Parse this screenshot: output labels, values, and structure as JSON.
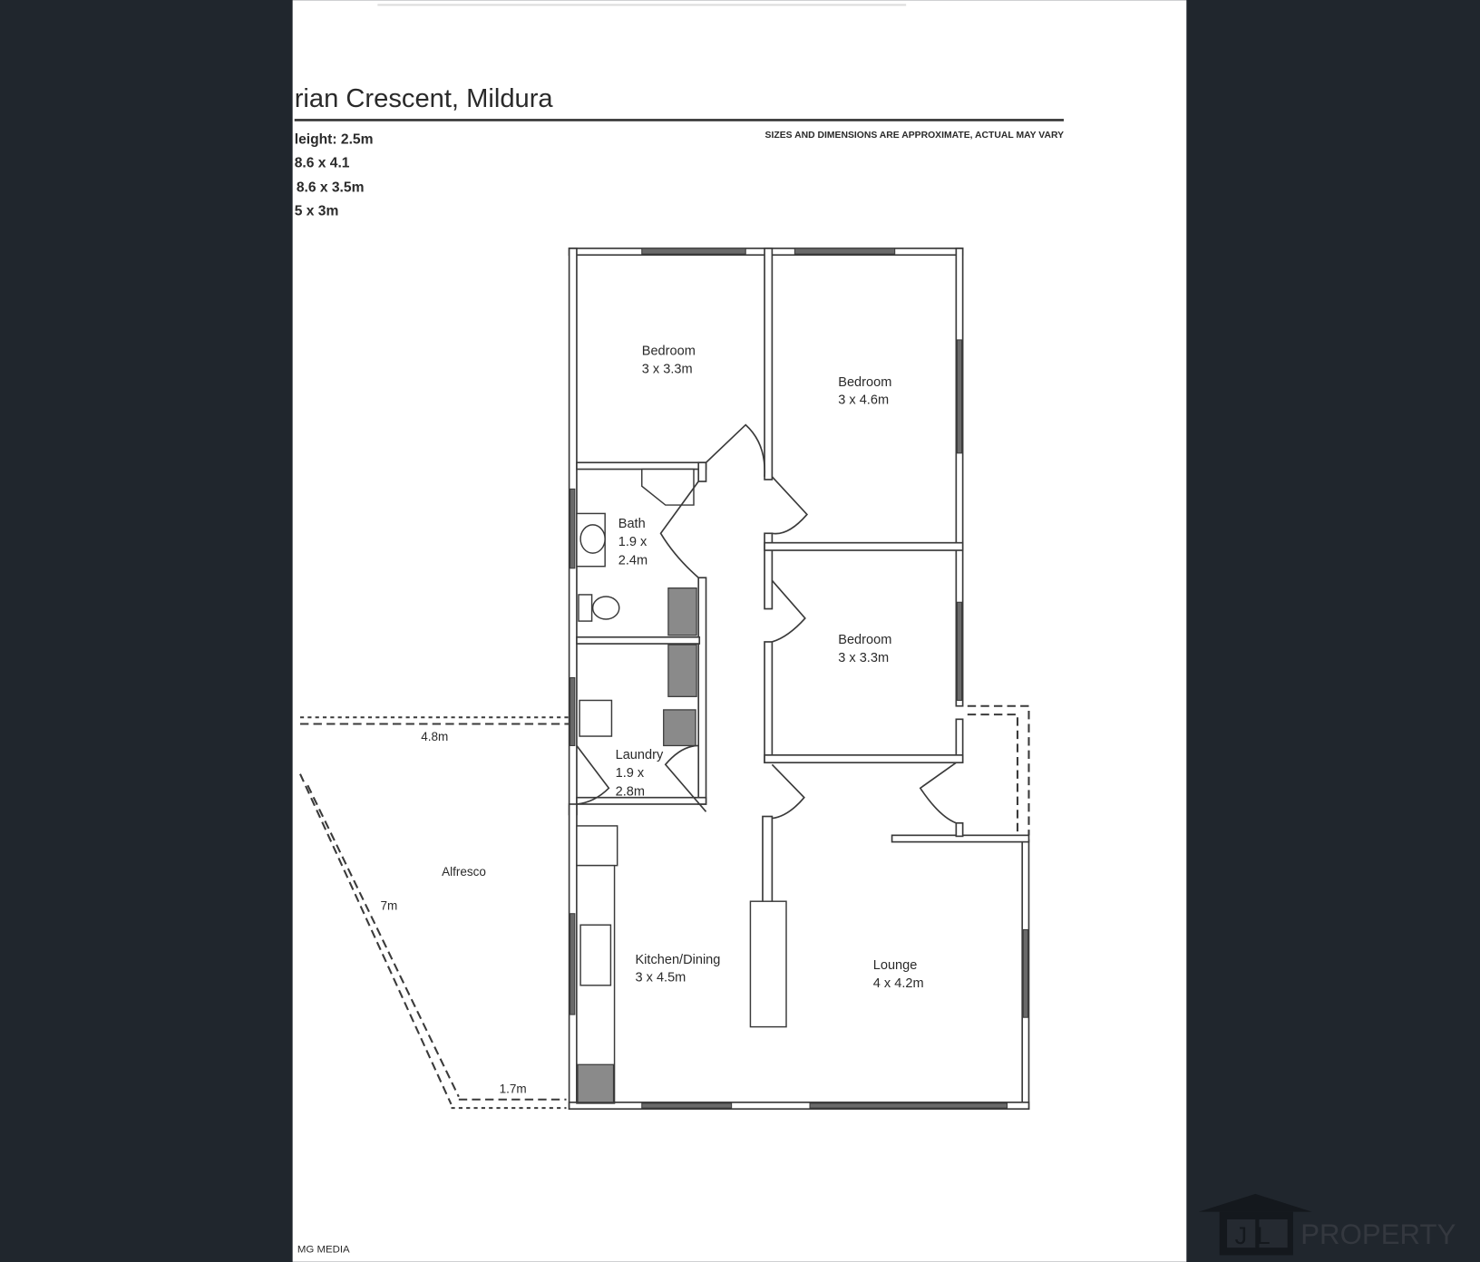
{
  "header": {
    "title": "rian Crescent, Mildura",
    "lines": [
      "leight: 2.5m",
      "8.6 x 4.1",
      "8.6 x 3.5m",
      "5 x 3m"
    ],
    "disclaimer": "SIZES AND DIMENSIONS ARE APPROXIMATE, ACTUAL MAY VARY"
  },
  "rooms": [
    {
      "name": "Bedroom",
      "size": "3 x 3.3m"
    },
    {
      "name": "Bedroom",
      "size": "3 x 4.6m"
    },
    {
      "name": "Bath",
      "size_line1": "1.9 x",
      "size_line2": "2.4m"
    },
    {
      "name": "Bedroom",
      "size": "3 x 3.3m"
    },
    {
      "name": "Laundry",
      "size_line1": "1.9 x",
      "size_line2": "2.8m"
    },
    {
      "name": "Kitchen/Dining",
      "size": "3 x 4.5m"
    },
    {
      "name": "Lounge",
      "size": "4 x 4.2m"
    },
    {
      "name": "Alfresco"
    }
  ],
  "dimensions": {
    "top": "4.8m",
    "side": "7m",
    "bottom": "1.7m"
  },
  "footer": {
    "credit": "MG MEDIA"
  },
  "logo": {
    "initials": "JL",
    "text": "PROPERTY"
  },
  "colors": {
    "background": "#20262d",
    "page": "#ffffff",
    "ink": "#2a2a2a"
  }
}
